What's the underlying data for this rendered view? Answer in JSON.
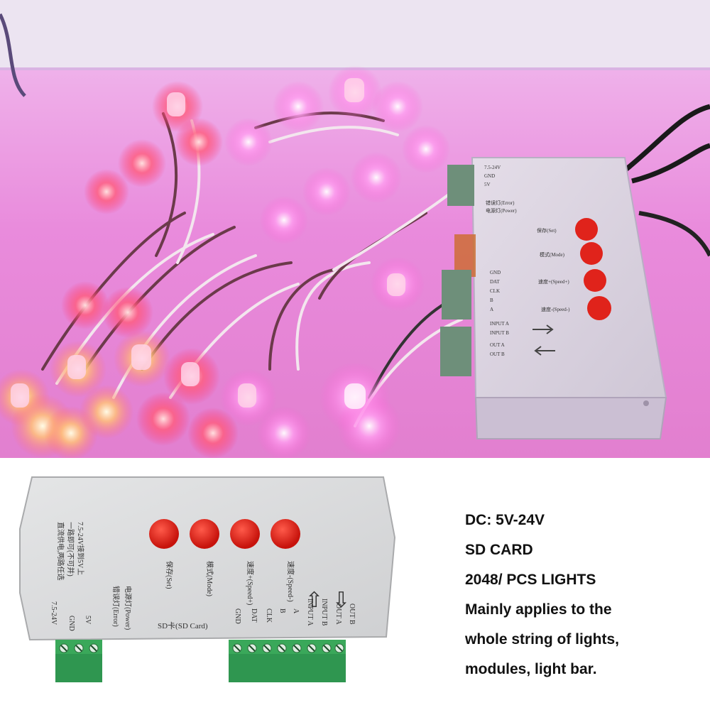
{
  "controller": {
    "button_labels": [
      "保存(Set)",
      "模式(Mode)",
      "速度+(Speed+)",
      "速度-(Speed-)"
    ],
    "voltage_label": "7.5-24V",
    "power_pins": [
      "GND",
      "5V"
    ],
    "indicator_labels": [
      "错误灯(Error)",
      "电源灯(Power)"
    ],
    "sd_label": "SD卡(SD Card)",
    "signal_pins": [
      "GND",
      "DAT",
      "CLK",
      "B",
      "A",
      "INPUT A",
      "INPUT B",
      "OUT A",
      "OUT B"
    ],
    "notice_lines": [
      "直流供电,两路任选",
      "一路即可(不可并)",
      "7.5-24V接到5V上"
    ],
    "arrow_up": "⇧",
    "arrow_down": "⇩"
  },
  "photo_controller": {
    "button_labels": [
      "保存(Set)",
      "模式(Mode)",
      "速度+(Speed+)",
      "速度-(Speed-)"
    ],
    "signal_pins": [
      "GND",
      "DAT",
      "CLK",
      "B",
      "A",
      "INPUT A",
      "INPUT B",
      "OUT A",
      "OUT B"
    ],
    "indicator_labels": [
      "错误灯(Error)",
      "电源灯(Power)"
    ],
    "power_pins": [
      "7.5-24V",
      "GND",
      "5V"
    ]
  },
  "specs": [
    "DC: 5V-24V",
    "SD CARD",
    "2048/ PCS LIGHTS",
    "Mainly applies to the",
    "whole string of lights,",
    "modules, light bar."
  ],
  "colors": {
    "button_red": "#e0231b",
    "terminal_green": "#3aa85a",
    "case_gray": "#d9dadb",
    "led_pink": "#ff5fd6",
    "led_amber": "#ffb15a"
  }
}
